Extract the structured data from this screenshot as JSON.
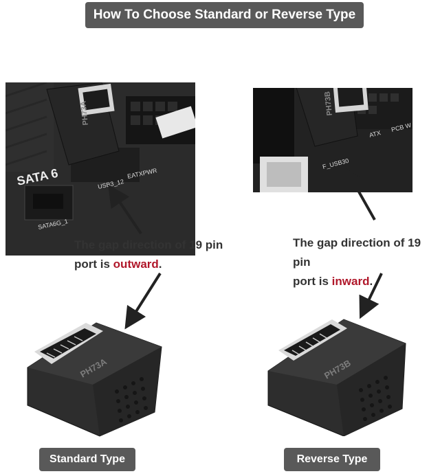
{
  "title": "How To Choose Standard or Reverse Type",
  "left": {
    "board_labels": [
      "SATA 6",
      "USB3_12",
      "EATXPWR",
      "SATA6G_1"
    ],
    "module_mark": "PH73A",
    "annotation_line1": "The gap direction of 19 pin",
    "annotation_prefix": "port is ",
    "annotation_highlight": "outward",
    "annotation_suffix": ".",
    "caption": "Standard Type"
  },
  "right": {
    "board_labels": [
      "F_USB30",
      "ATX",
      "PCB W"
    ],
    "module_mark": "PH73B",
    "annotation_line1": "The gap direction of 19 pin",
    "annotation_prefix": "port is ",
    "annotation_highlight": "inward",
    "annotation_suffix": ".",
    "caption": "Reverse Type"
  },
  "colors": {
    "label_bg": "#595959",
    "highlight": "#b0172a"
  }
}
